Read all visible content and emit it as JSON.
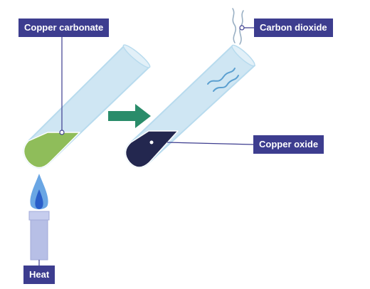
{
  "labels": {
    "copper_carbonate": "Copper carbonate",
    "carbon_dioxide": "Carbon dioxide",
    "copper_oxide": "Copper oxide",
    "heat": "Heat"
  },
  "colors": {
    "label_background": "#3d3d8f",
    "label_text": "#ffffff",
    "tube_glass": "#cfe6f3",
    "tube_outline": "#b8dbee",
    "copper_carbonate": "#8fbd5a",
    "copper_oxide": "#23274f",
    "arrow": "#2a8c6a",
    "gas_wisps": "#5a9fd0",
    "flame_outer": "#6aa6e4",
    "flame_inner": "#2a5ec9",
    "burner": "#b7bfe6",
    "leader_line": "#3d3d8f"
  },
  "icons": {
    "arrow": "right-arrow-icon",
    "flame": "flame-icon",
    "gas": "gas-wisp-icon"
  }
}
